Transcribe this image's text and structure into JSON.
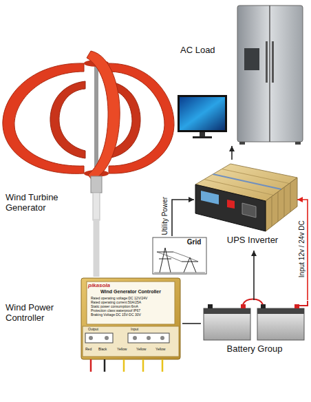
{
  "diagram": {
    "nodes": [
      {
        "text": [
          "Wind Turbine Generator"
        ]
      },
      {
        "text": [
          "AC Load"
        ]
      },
      {
        "text": [
          "UPS Inverter"
        ]
      },
      {
        "text": [
          "Grid"
        ]
      },
      {
        "text": [
          "Wind Power Controller"
        ]
      },
      {
        "text": [
          "Battery Group"
        ]
      }
    ],
    "edges": [
      {
        "from": 0,
        "to": 4,
        "arrow": "none"
      },
      {
        "from": 4,
        "to": 5,
        "arrow": "none"
      },
      {
        "from": 5,
        "to": 2,
        "arrow": "to"
      },
      {
        "from": 5,
        "to": 2,
        "label": "Input 12v / 24v DC",
        "arrow": "to"
      },
      {
        "from": 3,
        "to": 2,
        "label": "Utility Power",
        "arrow": "to"
      },
      {
        "from": 2,
        "to": 1,
        "arrow": "to"
      }
    ],
    "labels": [
      "pikasola",
      "Wind Generator Controller",
      "Rated operating voltage:DC 12V/24V",
      "Rated operating current:50A/25A",
      "Static power consumption:6mA",
      "Protection class:waterproof IP67",
      "Braking Voltage:DC 15V-DC 30V",
      "Output",
      "Input",
      "Red",
      "Black",
      "Yellow",
      "Yellow",
      "Yellow"
    ]
  }
}
